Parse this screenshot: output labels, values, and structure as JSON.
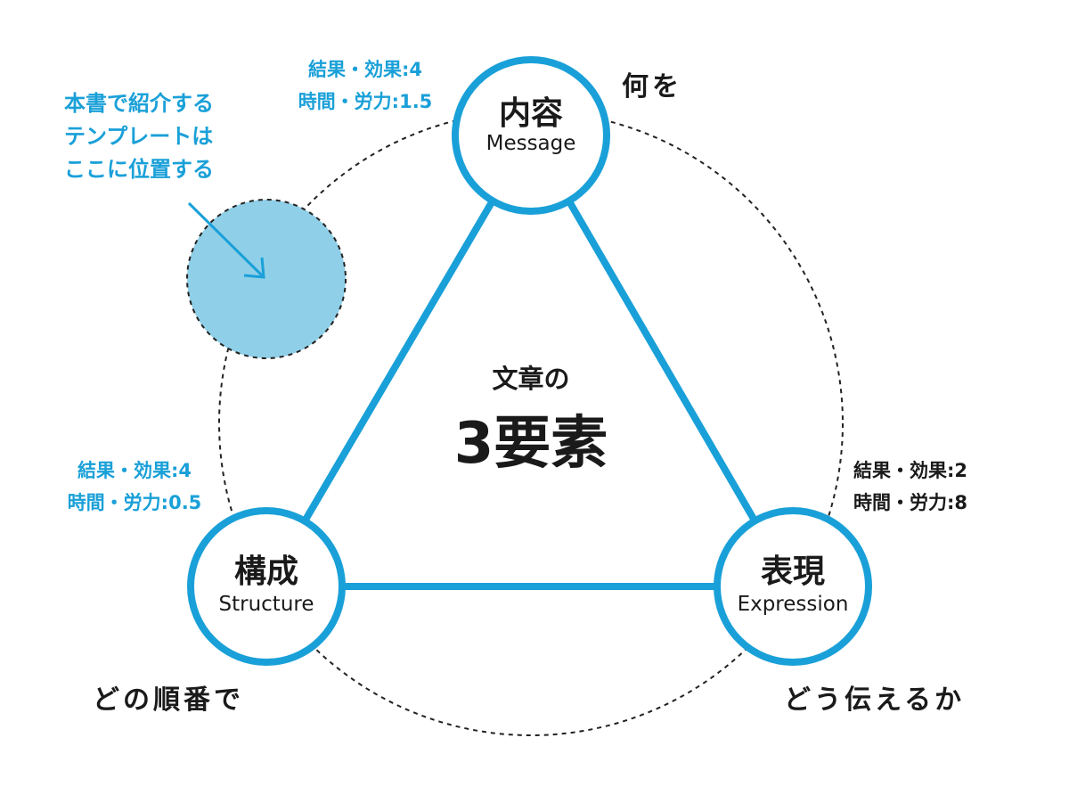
{
  "center": {
    "line1": "文章の",
    "line2": "3要素"
  },
  "nodes": {
    "top": {
      "title": "内容",
      "subtitle": "Message"
    },
    "left": {
      "title": "構成",
      "subtitle": "Structure"
    },
    "right": {
      "title": "表現",
      "subtitle": "Expression"
    }
  },
  "stats": {
    "top": {
      "line1": "結果・効果:4",
      "line2": "時間・労力:1.5"
    },
    "left": {
      "line1": "結果・効果:4",
      "line2": "時間・労力:0.5"
    },
    "right": {
      "line1": "結果・効果:2",
      "line2": "時間・労力:8"
    }
  },
  "side_labels": {
    "top": "何を",
    "left": "どの順番で",
    "right": "どう伝えるか"
  },
  "note": {
    "line1": "本書で紹介する",
    "line2": "テンプレートは",
    "line3": "ここに位置する"
  },
  "colors": {
    "accent": "#1aa0d8",
    "accent_fill": "#8fcfe8",
    "text": "#1a1a1a"
  }
}
